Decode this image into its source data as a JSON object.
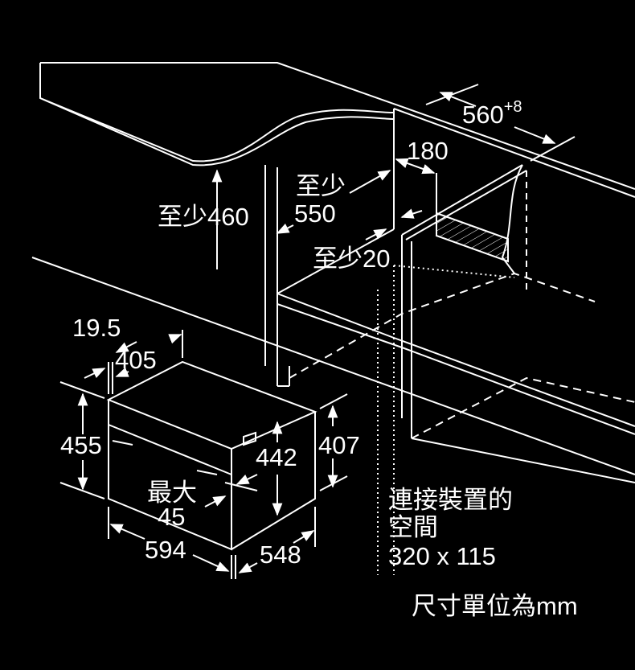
{
  "diagram": {
    "colors": {
      "background": "#000000",
      "line": "#ffffff"
    },
    "labels": {
      "width_560": "560",
      "width_560_tolerance": "+8",
      "depth_180": "180",
      "min_550_prefix": "至少",
      "min_550_value": "550",
      "min_460": "至少460",
      "min_20": "至少20",
      "dim_19_5": "19.5",
      "dim_405": "405",
      "dim_455": "455",
      "dim_442": "442",
      "dim_407": "407",
      "max_45_prefix": "最大",
      "max_45_value": "45",
      "dim_594": "594",
      "dim_548": "548",
      "connection_line1": "連接裝置的",
      "connection_line2": "空間",
      "connection_size": "320 x 115",
      "units_note": "尺寸單位為mm"
    }
  }
}
